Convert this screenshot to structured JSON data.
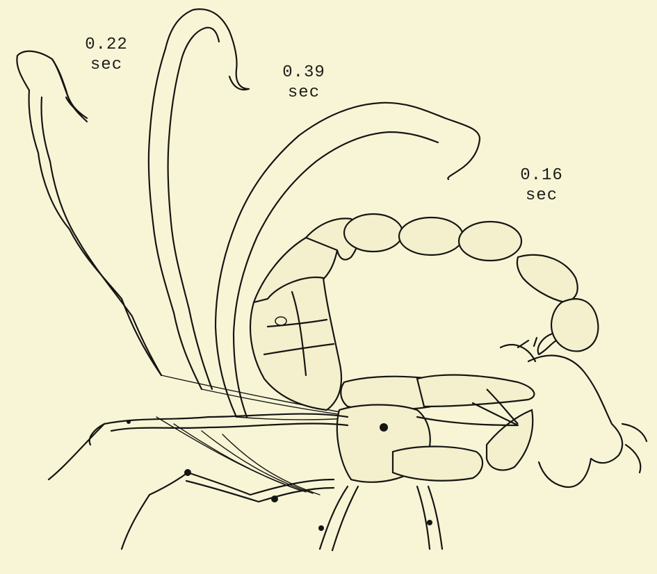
{
  "timings": [
    {
      "value": "0.22",
      "unit": "sec"
    },
    {
      "value": "0.39",
      "unit": "sec"
    },
    {
      "value": "0.16",
      "unit": "sec"
    }
  ],
  "colors": {
    "background": "#f8f5d6",
    "ink": "#151513",
    "shading": "#2b2b26"
  }
}
